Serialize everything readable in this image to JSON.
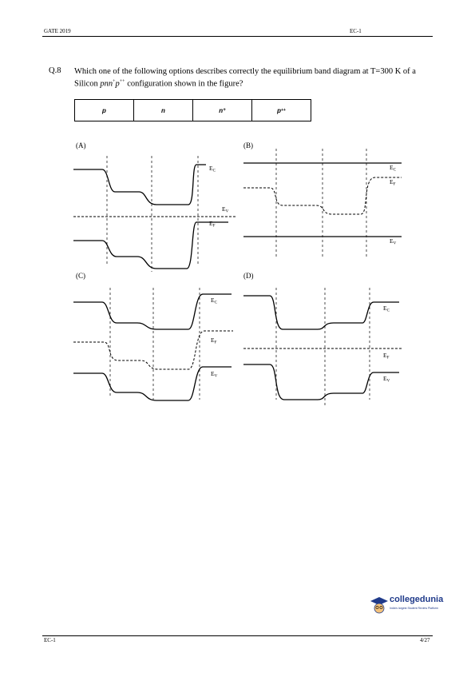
{
  "header": {
    "left": "GATE 2019",
    "right": "EC-1"
  },
  "footer": {
    "left": "EC-1",
    "right": "4/27"
  },
  "question": {
    "number": "Q.8",
    "text_a": "Which one of the following options describes correctly the equilibrium band diagram at T=300 K of a Silicon ",
    "config_pnn": "pnn",
    "config_plus": "+",
    "config_p": "p",
    "config_plusplus": "++",
    "text_b": " configuration shown in the figure?"
  },
  "regions": [
    {
      "main": "p",
      "sup": ""
    },
    {
      "main": "n",
      "sup": ""
    },
    {
      "main": "n",
      "sup": "+"
    },
    {
      "main": "p",
      "sup": "++"
    }
  ],
  "options": [
    {
      "label": "(A)"
    },
    {
      "label": "(B)"
    },
    {
      "label": "(C)"
    },
    {
      "label": "(D)"
    }
  ],
  "band_labels": {
    "E": "E",
    "c": "C",
    "v": "V",
    "f": "F"
  },
  "logo": {
    "name": "collegedunia",
    "tagline": "India's largest Student Review Platform"
  }
}
